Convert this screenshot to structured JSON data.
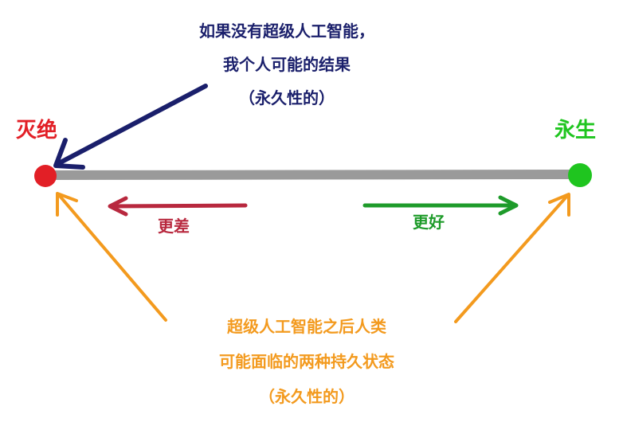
{
  "endpoints": {
    "left": "灭绝",
    "right": "永生"
  },
  "directions": {
    "worse": "更差",
    "better": "更好"
  },
  "top_note": {
    "lines": [
      "如果没有超级人工智能，",
      "我个人可能的结果",
      "（永久性的）"
    ]
  },
  "bottom_note": {
    "lines": [
      "超级人工智能之后人类",
      "可能面临的两种持久状态",
      "（永久性的）"
    ]
  },
  "colors": {
    "bar": "#9a9a9a",
    "extinction": "#e21f26",
    "immortality": "#1fc51f",
    "worse": "#b8283e",
    "better": "#1e9b2a",
    "top_note": "#1a1f6b",
    "bottom_note": "#f39a1e"
  }
}
